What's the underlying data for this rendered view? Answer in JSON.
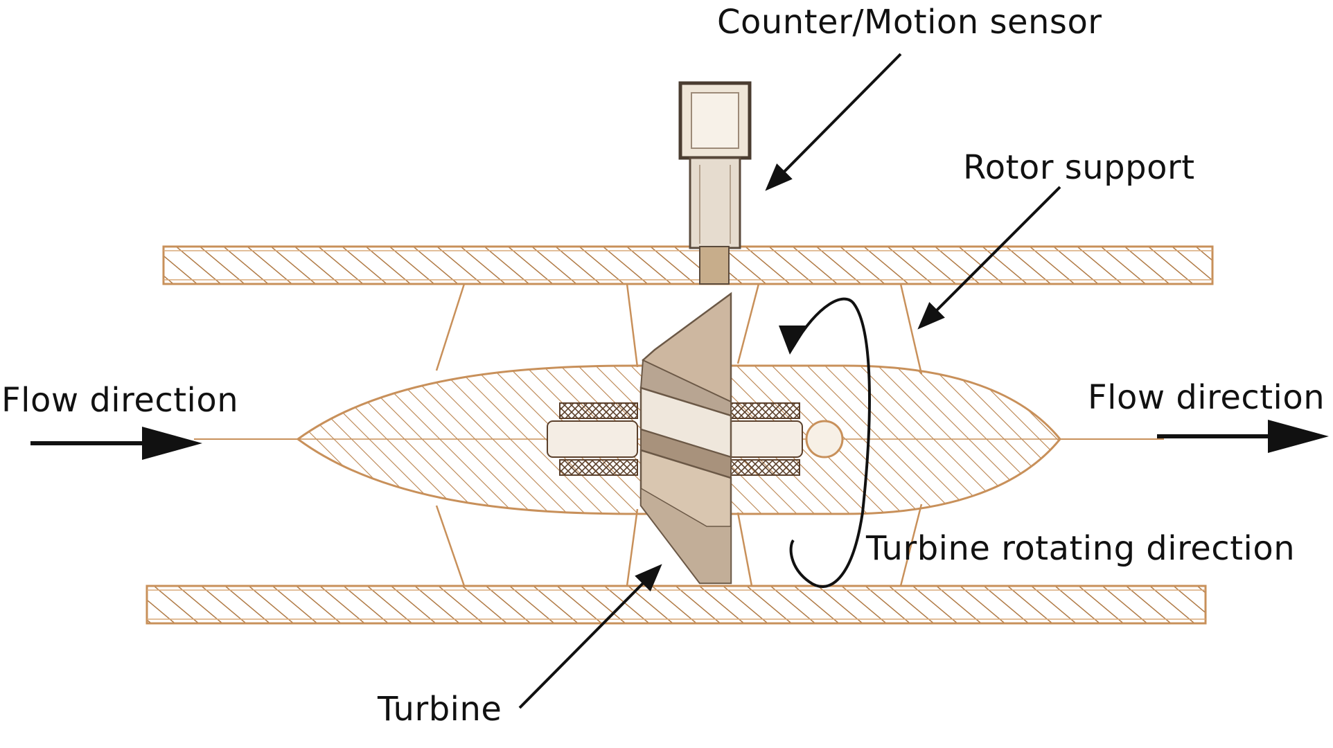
{
  "labels": {
    "sensor": "Counter/Motion sensor",
    "rotor_support": "Rotor support",
    "flow_in": "Flow direction",
    "flow_out": "Flow direction",
    "rotating": "Turbine rotating direction",
    "turbine": "Turbine"
  },
  "colors": {
    "copper": "#c8905a",
    "hatch": "#b07a45",
    "tan_fill": "#d9c6b0",
    "dark_tan": "#b8a592",
    "sensor_body": "#e6dccf",
    "sensor_outline": "#4a3c30",
    "arrow": "#111111"
  },
  "icons": {
    "flow_in_arrow": "arrow-right-icon",
    "flow_out_arrow": "arrow-right-icon",
    "rotation_arrow": "rotation-arrow-icon"
  }
}
